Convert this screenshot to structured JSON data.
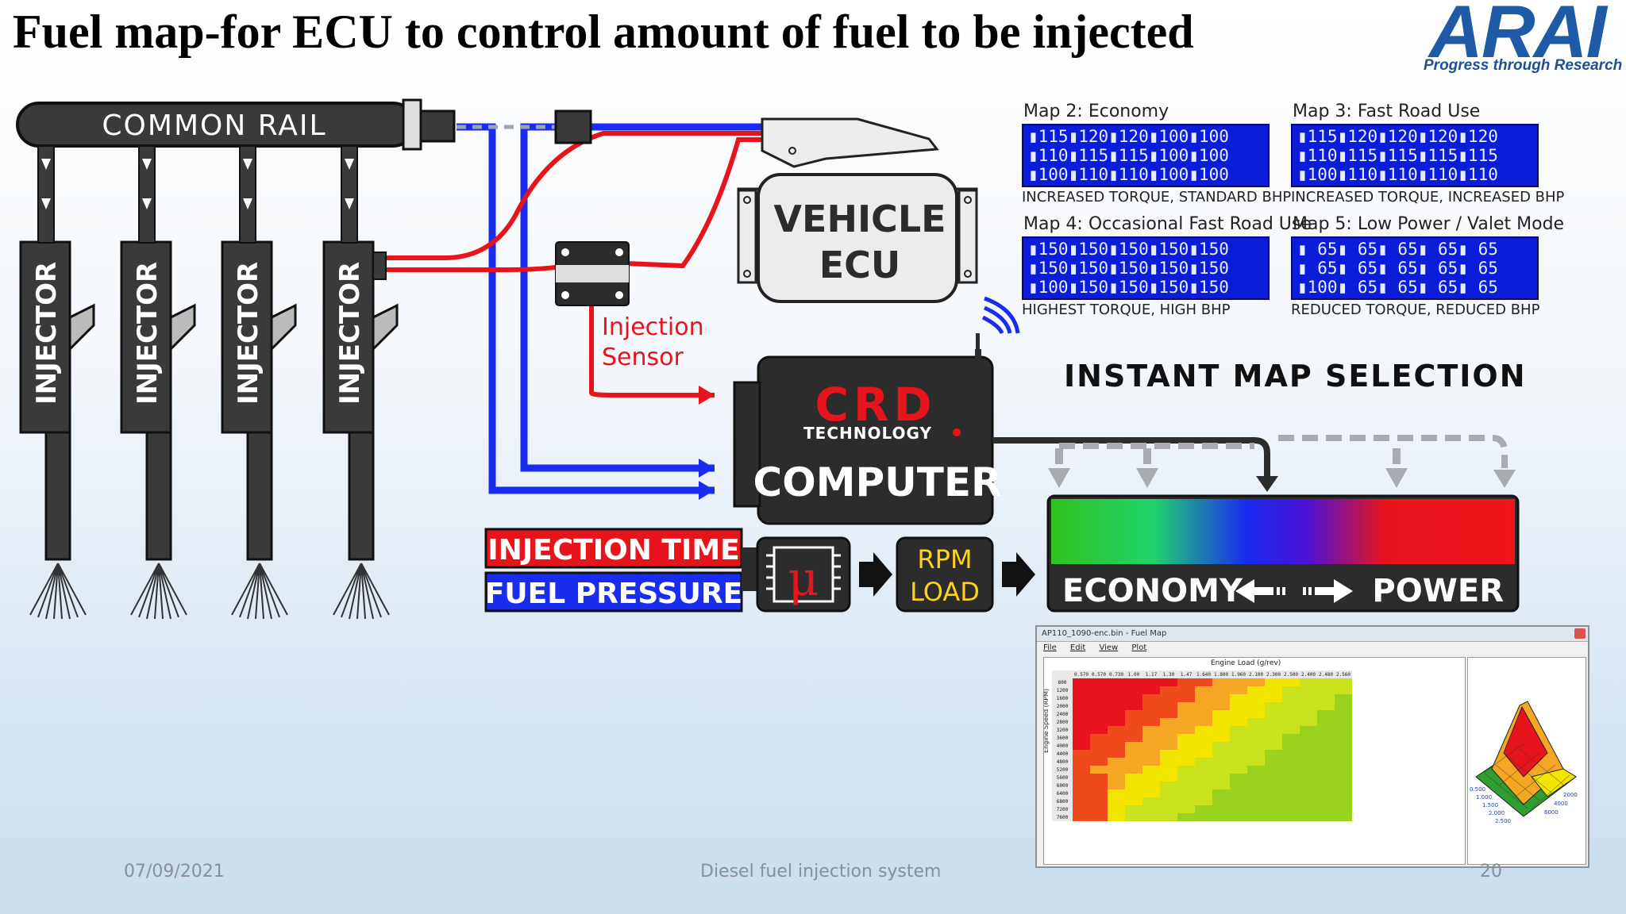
{
  "title": "Fuel map-for ECU to control amount of fuel to be injected",
  "logo": {
    "word": "ARAI",
    "tagline": "Progress through Research"
  },
  "common_rail": "COMMON RAIL",
  "injector_label": "INJECTOR",
  "vehicle_ecu": {
    "line1": "VEHICLE",
    "line2": "ECU"
  },
  "injection_sensor": {
    "line1": "Injection",
    "line2": "Sensor"
  },
  "computer": {
    "brand": "CRD",
    "sub": "TECHNOLOGY",
    "label": "COMPUTER"
  },
  "injection_time": "INJECTION TIME",
  "fuel_pressure": "FUEL PRESSURE",
  "micro_symbol": "μ",
  "rpm_load": {
    "line1": "RPM",
    "line2": "LOAD"
  },
  "instant_map_selection": "INSTANT MAP SELECTION",
  "economy": "ECONOMY",
  "power": "POWER",
  "maps": [
    {
      "title": "Map 2: Economy",
      "rows": [
        "▮115▮120▮120▮100▮100",
        "▮110▮115▮115▮100▮100",
        "▮100▮110▮110▮100▮100"
      ],
      "caption": "INCREASED TORQUE, STANDARD BHP"
    },
    {
      "title": "Map 3: Fast Road Use",
      "rows": [
        "▮115▮120▮120▮120▮120",
        "▮110▮115▮115▮115▮115",
        "▮100▮110▮110▮110▮110"
      ],
      "caption": "INCREASED TORQUE, INCREASED BHP"
    },
    {
      "title": "Map 4: Occasional Fast Road Use",
      "rows": [
        "▮150▮150▮150▮150▮150",
        "▮150▮150▮150▮150▮150",
        "▮100▮150▮150▮150▮150"
      ],
      "caption": "HIGHEST TORQUE, HIGH BHP"
    },
    {
      "title": "Map 5: Low Power / Valet Mode",
      "rows": [
        "▮ 65▮ 65▮ 65▮ 65▮ 65",
        "▮ 65▮ 65▮ 65▮ 65▮ 65",
        "▮100▮ 65▮ 65▮ 65▮ 65"
      ],
      "caption": "REDUCED TORQUE, REDUCED BHP"
    }
  ],
  "software": {
    "window_title": "AP110_1090-enc.bin - Fuel Map",
    "menu": [
      "File",
      "Edit",
      "View",
      "Plot"
    ],
    "col_axis_title": "Engine Load (g/rev)",
    "row_axis_title": "Engine Speed (RPM)",
    "col_headers": [
      "0.570",
      "0.570",
      "0.730",
      "1.00",
      "1.17",
      "1.30",
      "1.47",
      "1.640",
      "1.800",
      "1.960",
      "2.100",
      "2.300",
      "2.500",
      "2.400",
      "2.480",
      "2.560"
    ],
    "row_headers": [
      "800",
      "1200",
      "1600",
      "2000",
      "2400",
      "2800",
      "3200",
      "3600",
      "4000",
      "4400",
      "4800",
      "5200",
      "5600",
      "6000",
      "6400",
      "6800",
      "7200",
      "7600"
    ],
    "surface_labels": {
      "x1": "0.500",
      "x2": "1.000",
      "x3": "1.500",
      "x4": "2.000",
      "x5": "2.500",
      "y1": "2000",
      "y2": "4000",
      "y3": "6000"
    }
  },
  "footer": {
    "date": "07/09/2021",
    "center": "Diesel fuel injection system",
    "page": "20"
  },
  "colors": {
    "red": "#e8141c",
    "blue": "#1a2cf0",
    "dark": "#2c2c2c",
    "ecu_fill": "#ececec",
    "accent_yellow": "#ffd21a"
  }
}
